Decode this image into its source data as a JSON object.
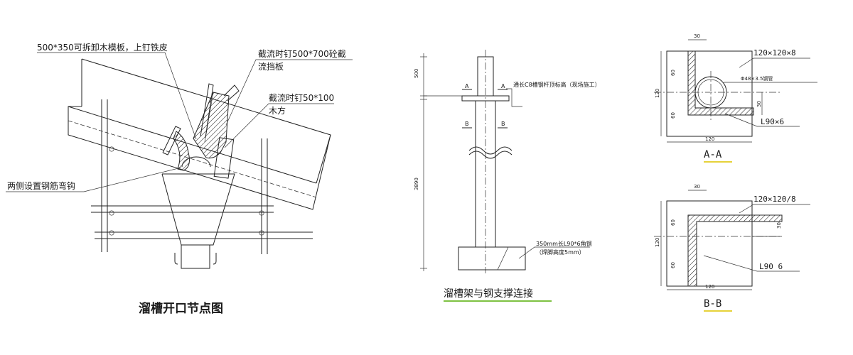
{
  "left_figure": {
    "label_formwork": "500*350可拆卸木模板，上钉铁皮",
    "label_baffle_line1": "截流时钉500*700砼截",
    "label_baffle_line2": "流挡板",
    "label_wood_line1": "截流时钉50*100",
    "label_wood_line2": "木方",
    "label_hook": "两侧设置钢筋弯钩",
    "title": "溜槽开口节点图"
  },
  "middle_figure": {
    "section_a": "A",
    "section_b": "B",
    "dim_top": "500",
    "dim_main": "3890",
    "note_top": "通长C8槽钢杆顶标高（现场施工）",
    "note_bottom_line1": "350mm长L90*6角钢",
    "note_bottom_line2": "（焊脚高度5mm）",
    "title": "溜槽架与钢支撑连接"
  },
  "section_aa": {
    "plate_label": "120×120×8",
    "angle_label": "L90×6",
    "pipe_note": "Φ48×3.5钢管",
    "dim_30": "30",
    "dim_60a": "60",
    "dim_60b": "60",
    "dim_120v": "120",
    "dim_120h": "120",
    "dim_30r": "30",
    "title": "A-A"
  },
  "section_bb": {
    "plate_label": "120×120/8",
    "angle_label": "L90 6",
    "dim_30": "30",
    "dim_60a": "60",
    "dim_60b": "60",
    "dim_120v": "120",
    "dim_120h": "120",
    "dim_30r": "30",
    "title": "B-B"
  },
  "colors": {
    "line": "#222222",
    "underline": "#7ec242",
    "underline2": "#e6d23a"
  }
}
